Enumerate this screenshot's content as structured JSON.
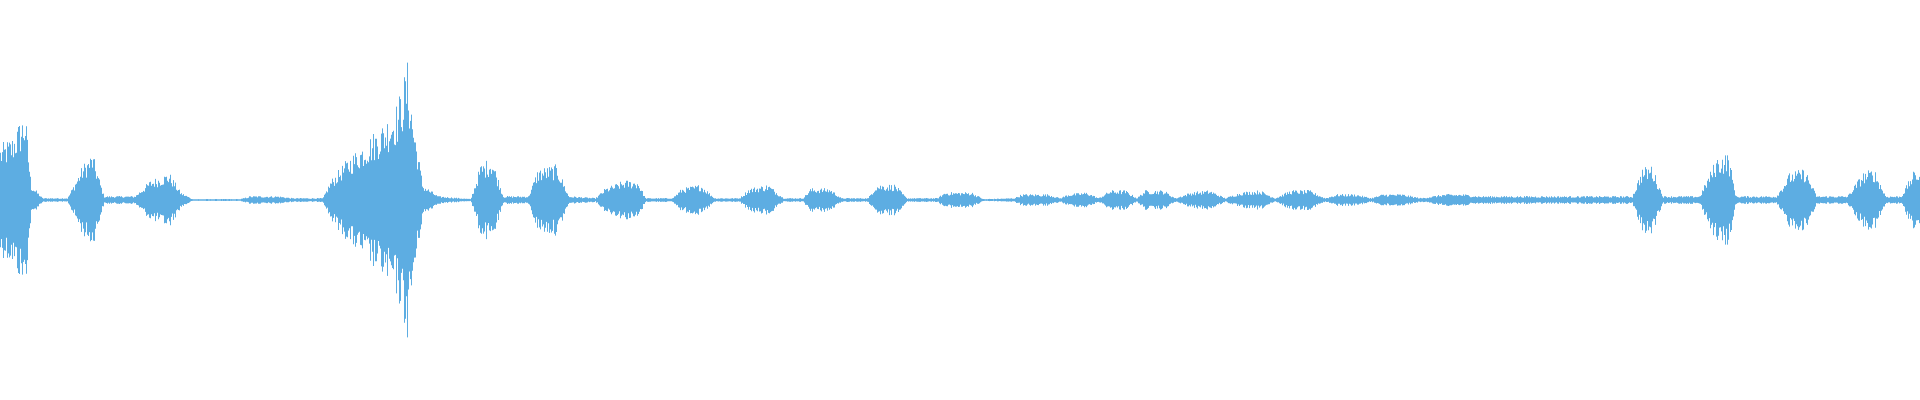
{
  "waveform": {
    "color": "#5dade2",
    "background": "#ffffff",
    "envelope": [
      [
        0.0,
        0.28
      ],
      [
        0.006,
        0.32
      ],
      [
        0.01,
        0.4
      ],
      [
        0.013,
        0.45
      ],
      [
        0.016,
        0.08
      ],
      [
        0.022,
        0.01
      ],
      [
        0.035,
        0.01
      ],
      [
        0.043,
        0.18
      ],
      [
        0.048,
        0.24
      ],
      [
        0.054,
        0.02
      ],
      [
        0.06,
        0.02
      ],
      [
        0.07,
        0.02
      ],
      [
        0.078,
        0.1
      ],
      [
        0.088,
        0.14
      ],
      [
        0.094,
        0.04
      ],
      [
        0.1,
        0.005
      ],
      [
        0.125,
        0.005
      ],
      [
        0.13,
        0.02
      ],
      [
        0.145,
        0.02
      ],
      [
        0.152,
        0.01
      ],
      [
        0.168,
        0.01
      ],
      [
        0.172,
        0.1
      ],
      [
        0.18,
        0.2
      ],
      [
        0.19,
        0.3
      ],
      [
        0.2,
        0.4
      ],
      [
        0.207,
        0.5
      ],
      [
        0.212,
        0.7
      ],
      [
        0.215,
        0.42
      ],
      [
        0.22,
        0.08
      ],
      [
        0.228,
        0.02
      ],
      [
        0.245,
        0.005
      ],
      [
        0.25,
        0.18
      ],
      [
        0.256,
        0.22
      ],
      [
        0.262,
        0.02
      ],
      [
        0.275,
        0.02
      ],
      [
        0.28,
        0.16
      ],
      [
        0.29,
        0.18
      ],
      [
        0.296,
        0.02
      ],
      [
        0.31,
        0.01
      ],
      [
        0.315,
        0.06
      ],
      [
        0.325,
        0.1
      ],
      [
        0.332,
        0.1
      ],
      [
        0.336,
        0.01
      ],
      [
        0.35,
        0.01
      ],
      [
        0.355,
        0.06
      ],
      [
        0.365,
        0.08
      ],
      [
        0.372,
        0.01
      ],
      [
        0.385,
        0.01
      ],
      [
        0.39,
        0.06
      ],
      [
        0.4,
        0.08
      ],
      [
        0.408,
        0.01
      ],
      [
        0.418,
        0.01
      ],
      [
        0.422,
        0.06
      ],
      [
        0.432,
        0.06
      ],
      [
        0.438,
        0.01
      ],
      [
        0.452,
        0.01
      ],
      [
        0.456,
        0.08
      ],
      [
        0.466,
        0.08
      ],
      [
        0.472,
        0.01
      ],
      [
        0.488,
        0.01
      ],
      [
        0.492,
        0.04
      ],
      [
        0.506,
        0.04
      ],
      [
        0.512,
        0.005
      ],
      [
        0.528,
        0.01
      ],
      [
        0.532,
        0.03
      ],
      [
        0.546,
        0.03
      ],
      [
        0.552,
        0.01
      ],
      [
        0.556,
        0.03
      ],
      [
        0.566,
        0.04
      ],
      [
        0.572,
        0.01
      ],
      [
        0.578,
        0.05
      ],
      [
        0.586,
        0.05
      ],
      [
        0.592,
        0.01
      ],
      [
        0.596,
        0.05
      ],
      [
        0.606,
        0.05
      ],
      [
        0.612,
        0.01
      ],
      [
        0.62,
        0.04
      ],
      [
        0.63,
        0.05
      ],
      [
        0.638,
        0.01
      ],
      [
        0.646,
        0.04
      ],
      [
        0.656,
        0.05
      ],
      [
        0.664,
        0.01
      ],
      [
        0.672,
        0.05
      ],
      [
        0.682,
        0.05
      ],
      [
        0.69,
        0.01
      ],
      [
        0.696,
        0.03
      ],
      [
        0.706,
        0.03
      ],
      [
        0.714,
        0.01
      ],
      [
        0.72,
        0.03
      ],
      [
        0.73,
        0.03
      ],
      [
        0.74,
        0.01
      ],
      [
        0.752,
        0.03
      ],
      [
        0.762,
        0.03
      ],
      [
        0.77,
        0.02
      ],
      [
        0.8,
        0.02
      ],
      [
        0.83,
        0.02
      ],
      [
        0.85,
        0.02
      ],
      [
        0.855,
        0.16
      ],
      [
        0.86,
        0.18
      ],
      [
        0.866,
        0.02
      ],
      [
        0.885,
        0.02
      ],
      [
        0.894,
        0.22
      ],
      [
        0.9,
        0.24
      ],
      [
        0.904,
        0.02
      ],
      [
        0.925,
        0.02
      ],
      [
        0.932,
        0.14
      ],
      [
        0.94,
        0.16
      ],
      [
        0.946,
        0.02
      ],
      [
        0.962,
        0.02
      ],
      [
        0.97,
        0.14
      ],
      [
        0.976,
        0.16
      ],
      [
        0.982,
        0.02
      ],
      [
        0.99,
        0.02
      ],
      [
        0.996,
        0.14
      ],
      [
        1.0,
        0.16
      ]
    ]
  }
}
